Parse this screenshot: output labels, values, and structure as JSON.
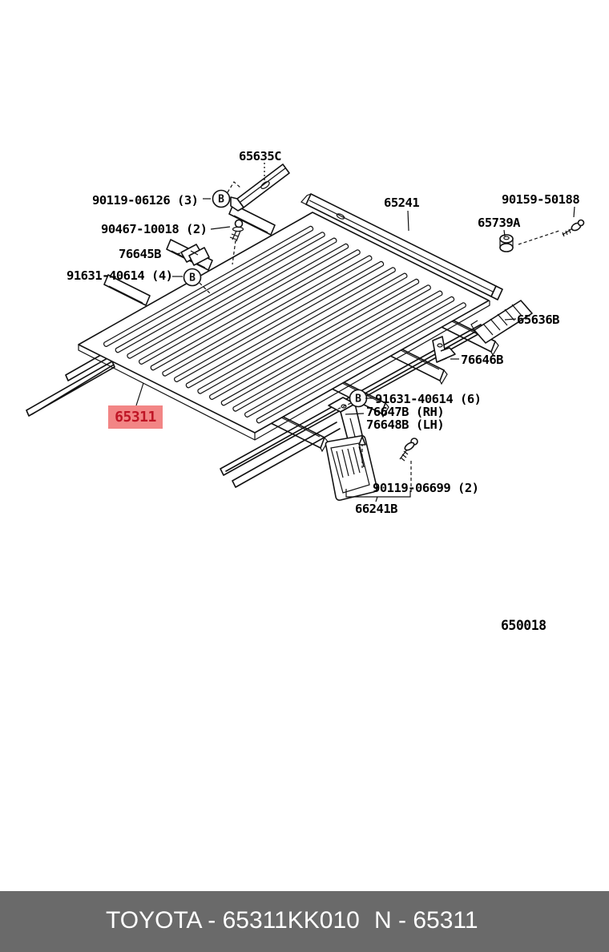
{
  "diagram": {
    "figure_code": "650018",
    "bolt_symbol": "B",
    "selected_part": {
      "code": "65311"
    },
    "labels": {
      "p65635c": "65635C",
      "p90119_06126": "90119-06126 (3)",
      "p90467_10018": "90467-10018 (2)",
      "p76645b": "76645B",
      "p91631_40614_4": "91631-40614 (4)",
      "p65241": "65241",
      "p90159_50188": "90159-50188",
      "p65739a": "65739A",
      "p65636b": "65636B",
      "p76646b": "76646B",
      "p91631_40614_6": "91631-40614 (6)",
      "p76647b": "76647B (RH)",
      "p76648b": "76648B (LH)",
      "p90119_06699": "90119-06699 (2)",
      "p66241b": "66241B"
    },
    "colors": {
      "highlight_bg": "#f28585",
      "highlight_fg": "#bf1525",
      "line": "#111111"
    }
  },
  "footer": {
    "brand_part": "TOYOTA - 65311KK010",
    "catalog_ref": "N - 65311",
    "bg": "#6a6a6a",
    "fg": "#ffffff"
  }
}
